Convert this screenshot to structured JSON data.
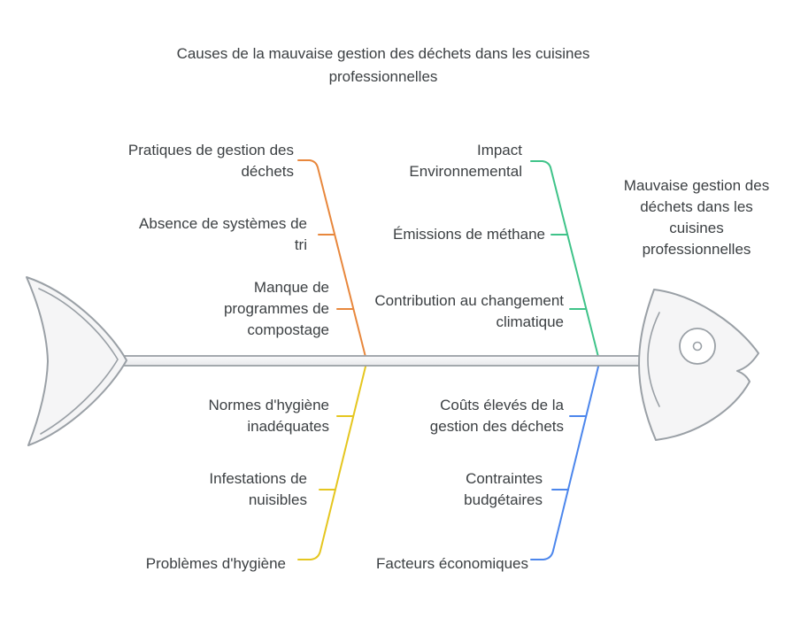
{
  "title": "Causes de la mauvaise gestion des déchets dans les cuisines professionnelles",
  "effect": {
    "label": "Mauvaise gestion des déchets dans les cuisines professionnelles"
  },
  "branches": [
    {
      "id": "pratiques-gestion-dechets",
      "position": "top-left",
      "color": "#E8873C",
      "category": "Pratiques de gestion des déchets",
      "causes": [
        "Absence de systèmes de tri",
        "Manque de programmes de compostage"
      ]
    },
    {
      "id": "impact-environnemental",
      "position": "top-right",
      "color": "#3FC389",
      "category": "Impact Environnemental",
      "causes": [
        "Émissions de méthane",
        "Contribution au changement climatique"
      ]
    },
    {
      "id": "problemes-hygiene",
      "position": "bottom-left",
      "color": "#E5C61F",
      "category": "Problèmes d'hygiène",
      "causes": [
        "Normes d'hygiène inadéquates",
        "Infestations de nuisibles"
      ]
    },
    {
      "id": "facteurs-economiques",
      "position": "bottom-right",
      "color": "#4C86EC",
      "category": "Facteurs économiques",
      "causes": [
        "Coûts élevés de la gestion des déchets",
        "Contraintes budgétaires"
      ]
    }
  ],
  "skeleton": {
    "fill": "#F5F5F6",
    "stroke": "#9AA0A6"
  },
  "text_color": "#3C4043"
}
